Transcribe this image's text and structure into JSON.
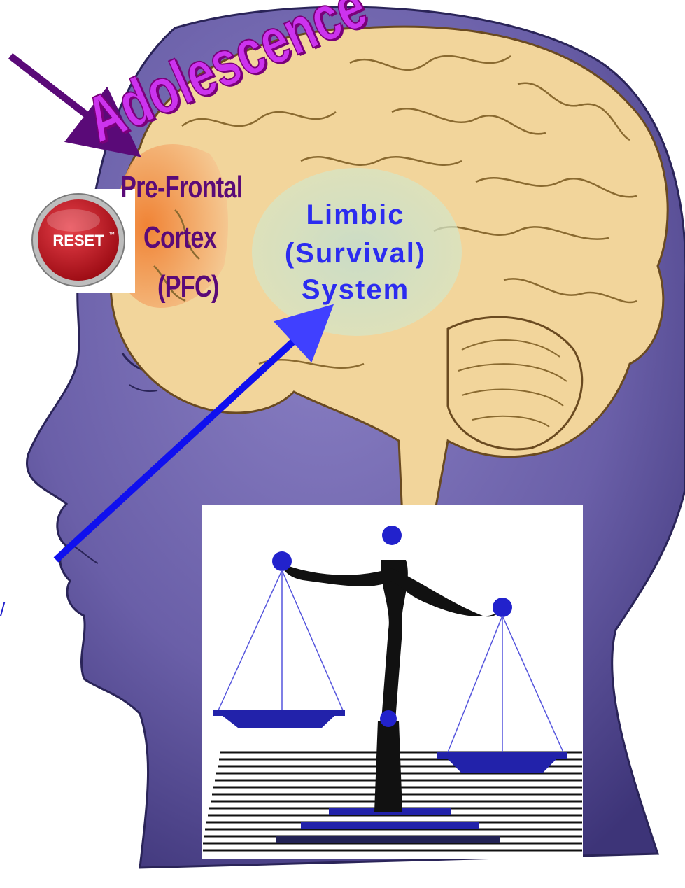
{
  "title": "Adolescence",
  "pfc": {
    "line1": "Pre-Frontal",
    "line2": "Cortex",
    "line3": "(PFC)"
  },
  "limbic": {
    "line1": "Limbic",
    "line2": "(Survival)",
    "line3": "System"
  },
  "reset_button": {
    "label": "RESET",
    "mark": "™"
  },
  "colors": {
    "head": "#6a5fa8",
    "brain": "#f2d59b",
    "pfc_region": "#f08a3a",
    "title": "#cc33ee",
    "pfc_text": "#5a0a78",
    "limbic_text": "#2c2cf0",
    "arrow_purple": "#5a0a78",
    "arrow_blue": "#1010ee",
    "scale_arm": "#111111",
    "scale_pan": "#2222aa",
    "reset_red": "#c8141e"
  },
  "icons": [
    "head-profile",
    "brain",
    "reset-button-icon",
    "balance-scale-icon"
  ]
}
